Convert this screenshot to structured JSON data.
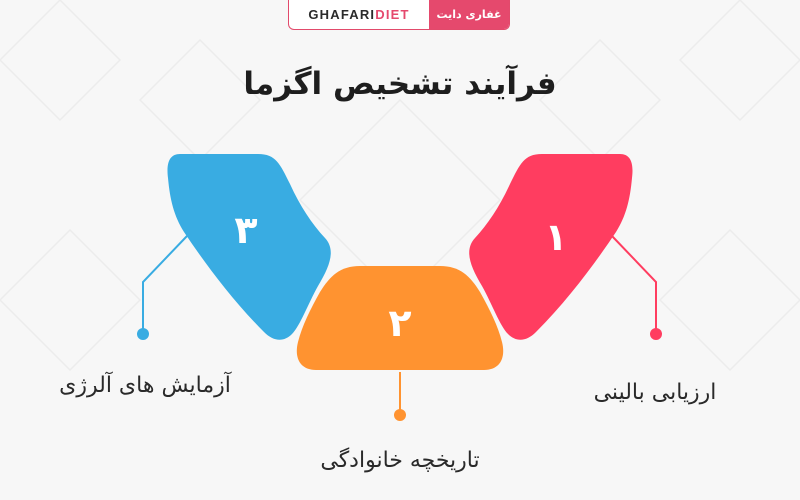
{
  "brand": {
    "name_fa": "غفاری دایت",
    "name_en_part1": "GHAFARI",
    "name_en_part2": "DIET"
  },
  "title": "فرآیند تشخیص اگزما",
  "steps": [
    {
      "number": "۱",
      "label": "ارزیابی بالینی",
      "color": "#ff3d60"
    },
    {
      "number": "۲",
      "label": "تاریخچه خانوادگی",
      "color": "#ff9330"
    },
    {
      "number": "۳",
      "label": "آزمایش های آلرژی",
      "color": "#39ace2"
    }
  ]
}
